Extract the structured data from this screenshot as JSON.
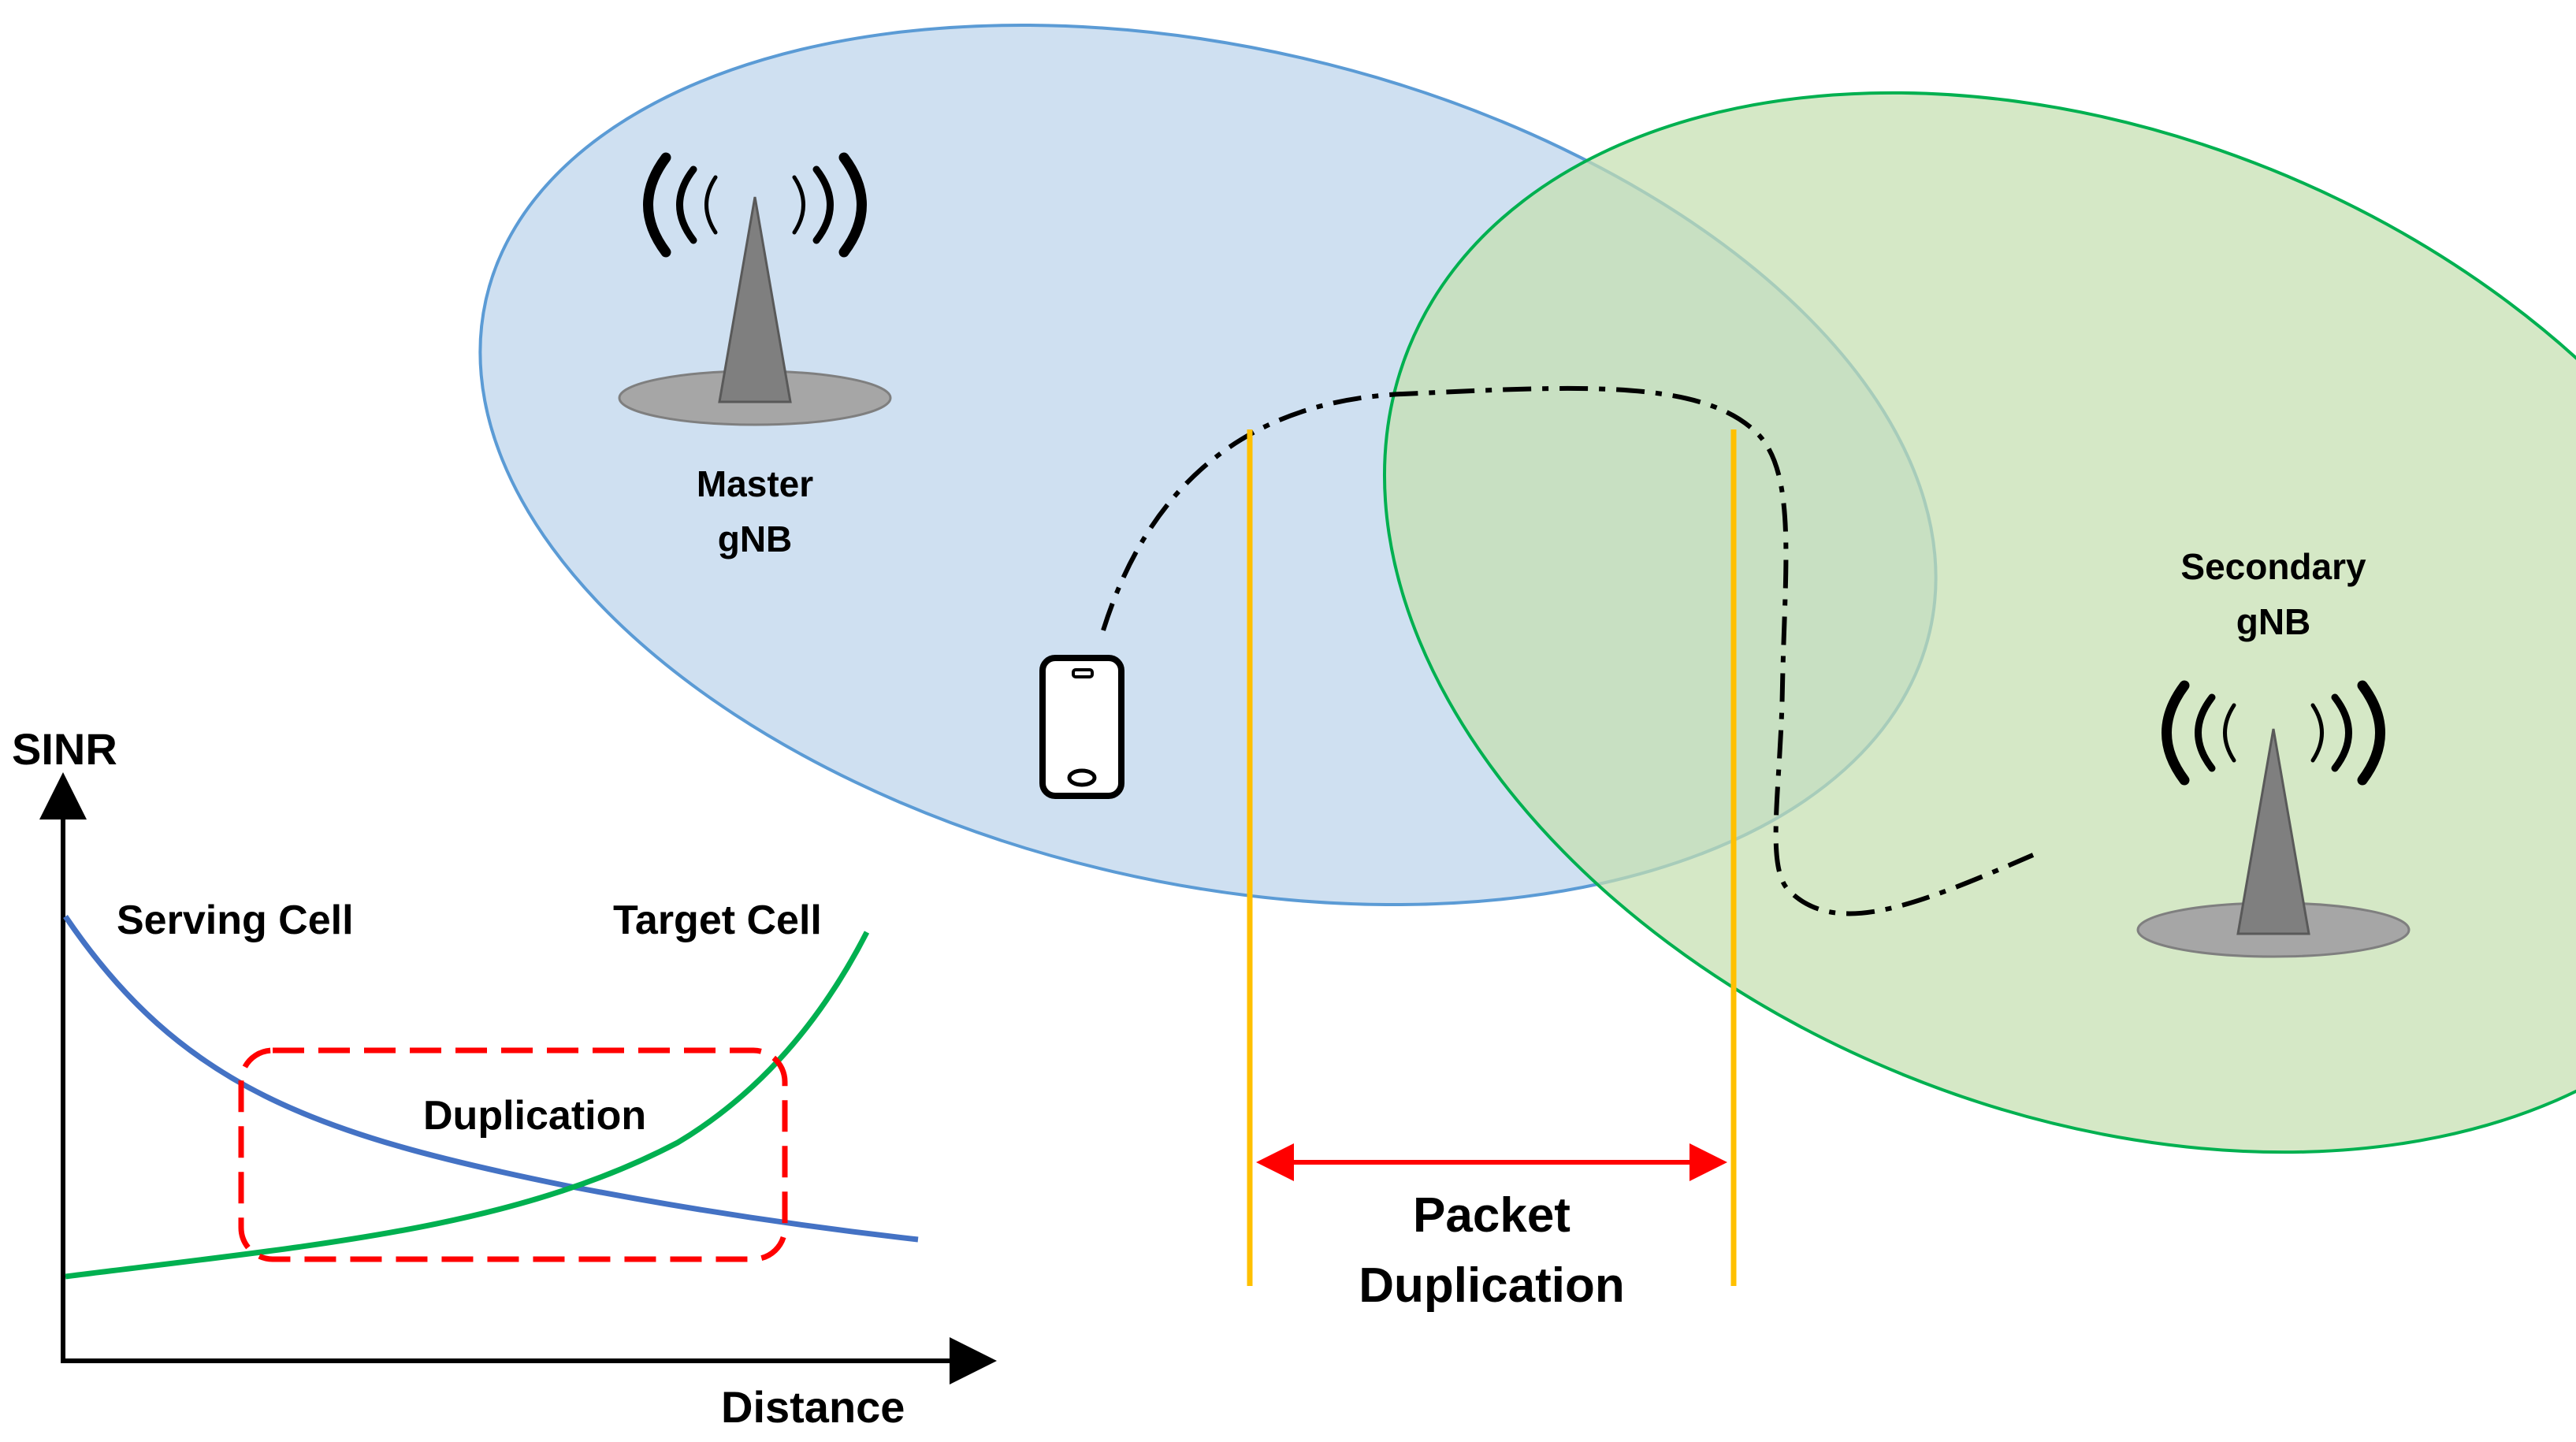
{
  "colors": {
    "master_cell_fill": "#cfe0f1",
    "master_cell_stroke": "#5b9bd5",
    "secondary_cell_fill": "#c5dfb0",
    "secondary_cell_stroke": "#00b050",
    "serving_curve": "#4472c4",
    "target_curve": "#00b050",
    "duplication_box": "#ff0000",
    "boundary_lines": "#ffc000",
    "arrow": "#ff0000",
    "path": "#000000"
  },
  "master": {
    "label_line1": "Master",
    "label_line2": "gNB",
    "icon": "antenna-icon"
  },
  "secondary": {
    "label_line1": "Secondary",
    "label_line2": "gNB",
    "icon": "antenna-icon"
  },
  "ue": {
    "icon": "smartphone-icon"
  },
  "packet_duplication": {
    "line1": "Packet",
    "line2": "Duplication"
  },
  "chart": {
    "y_axis_label": "SINR",
    "x_axis_label": "Distance",
    "serving_label": "Serving Cell",
    "target_label": "Target Cell",
    "duplication_label": "Duplication"
  }
}
